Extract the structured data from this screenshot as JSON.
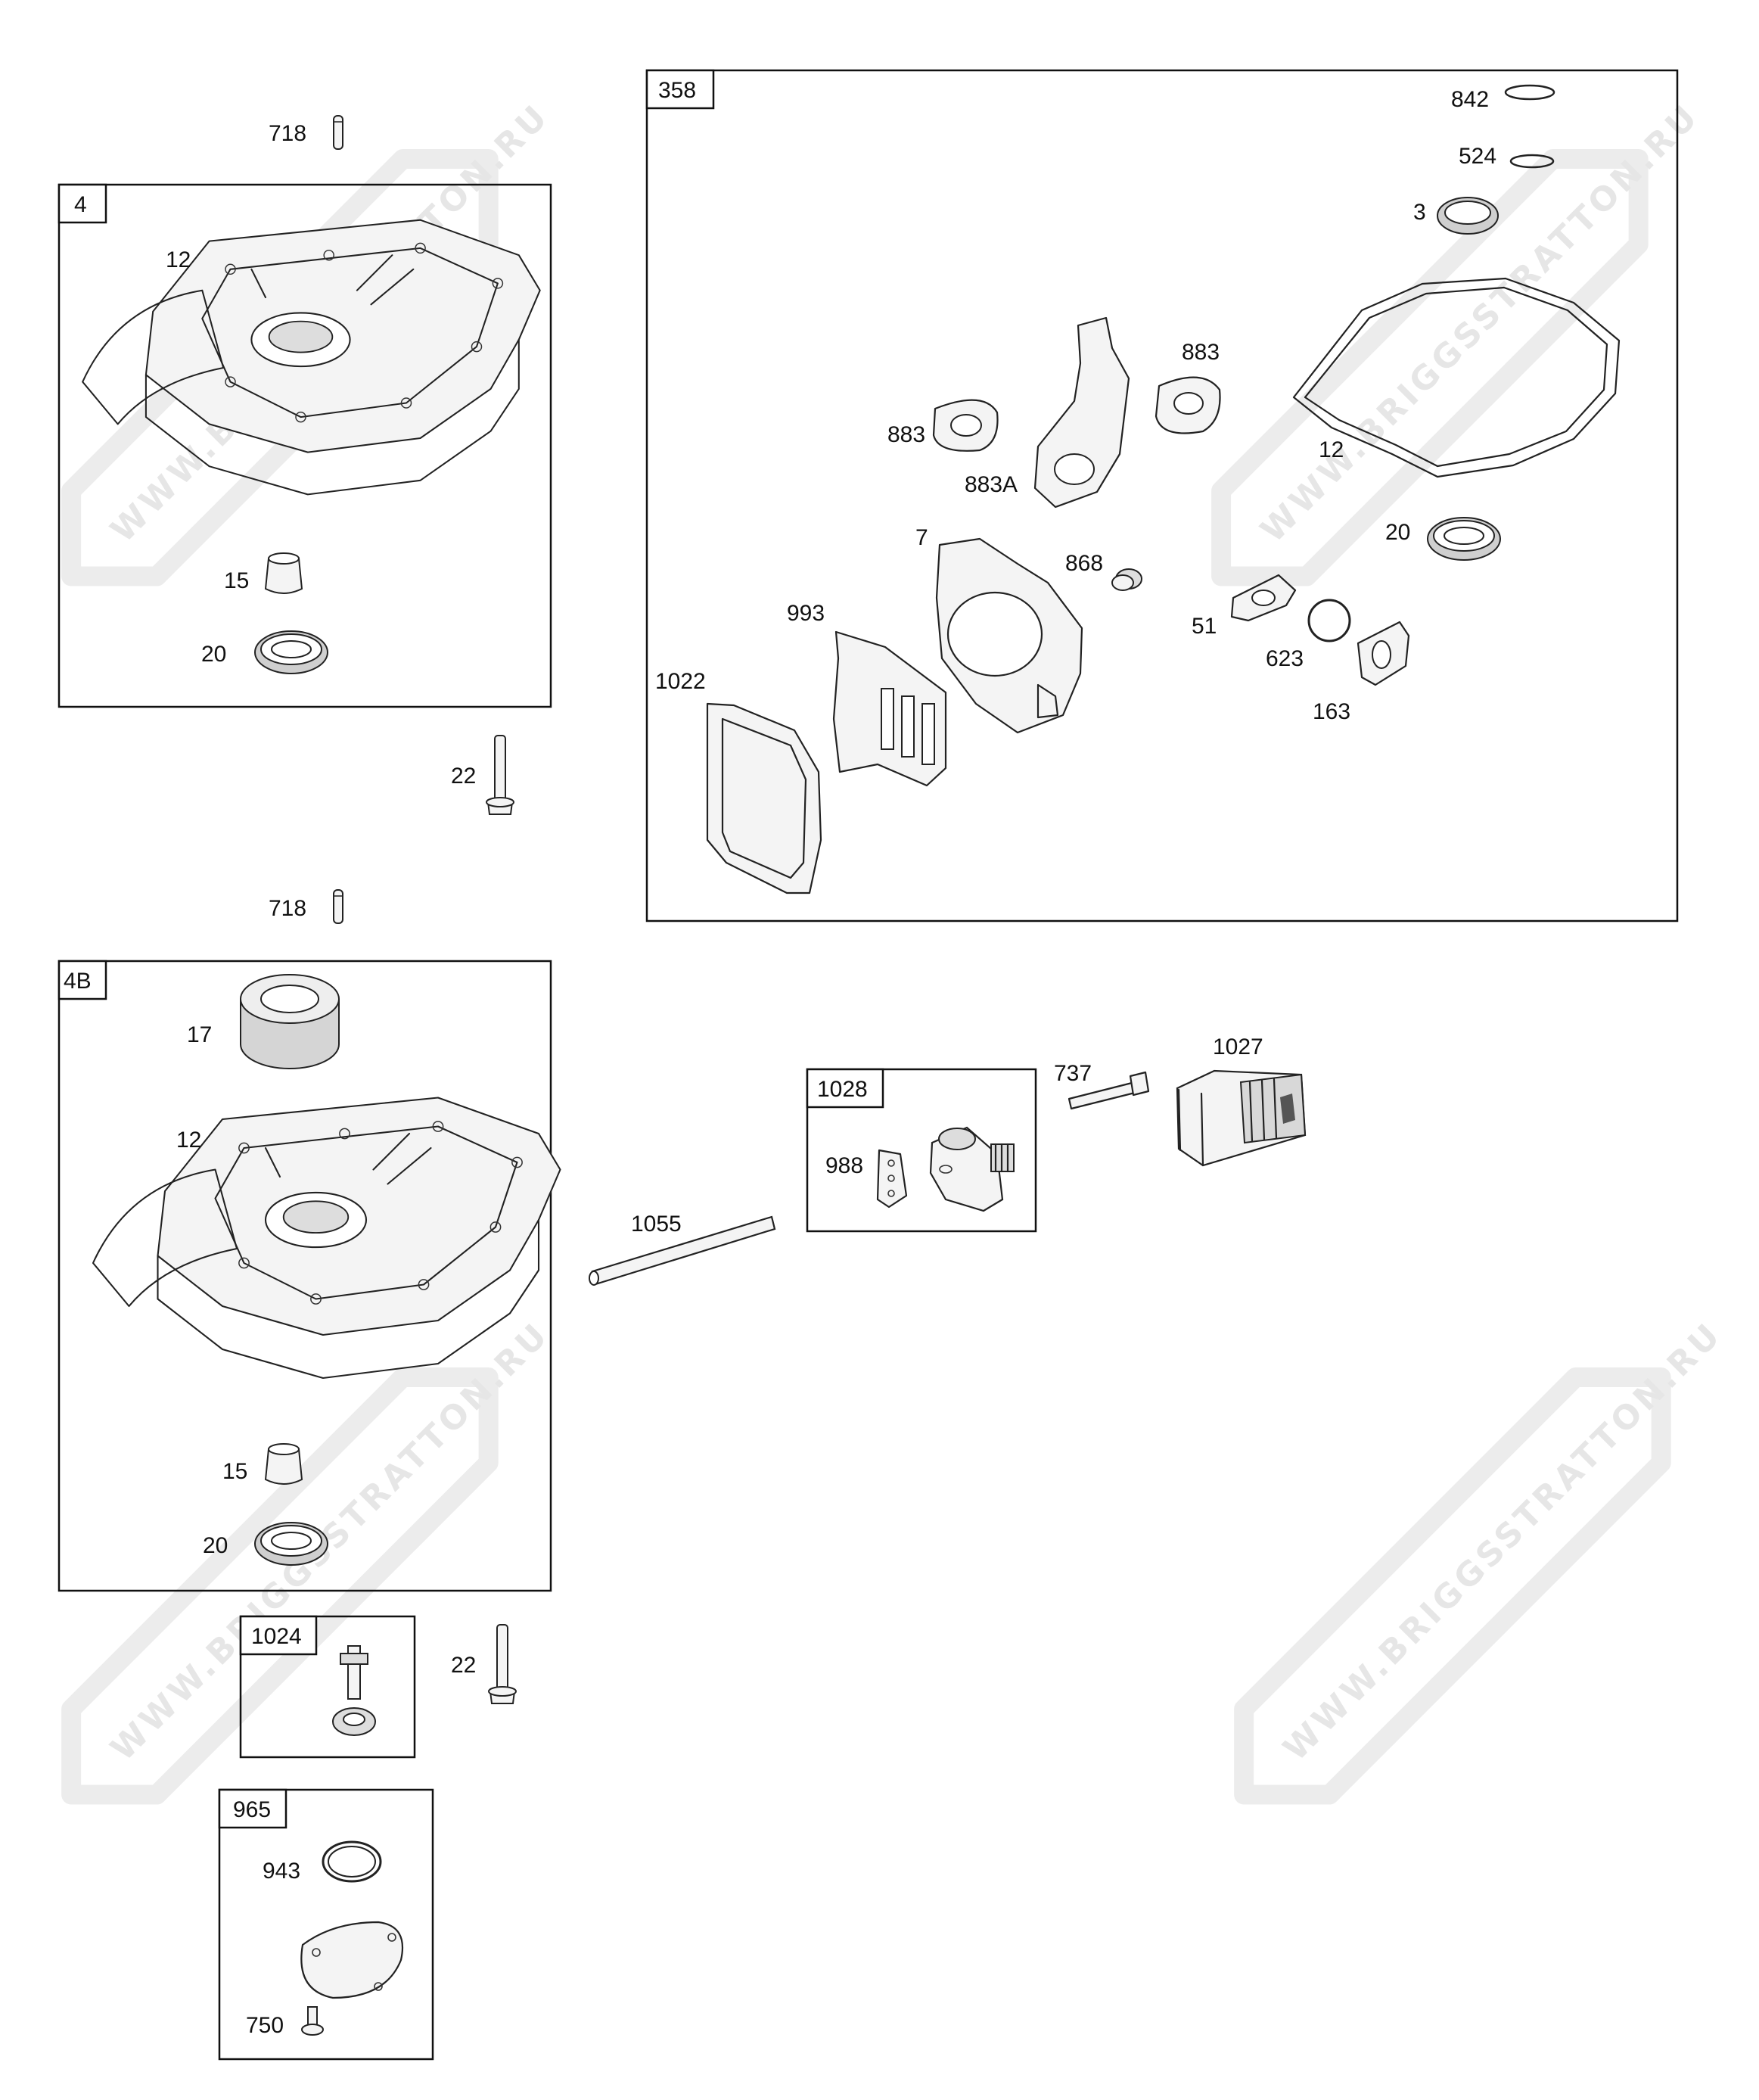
{
  "watermark": "WWW.BRIGGSSTRATTON.RU",
  "boxes": {
    "box_4": "4",
    "box_4b": "4B",
    "box_358": "358",
    "box_1028": "1028",
    "box_1024": "1024",
    "box_965": "965"
  },
  "labels": {
    "l718a": "718",
    "l12a": "12",
    "l15a": "15",
    "l20a": "20",
    "l22a": "22",
    "l718b": "718",
    "l17": "17",
    "l12b": "12",
    "l15b": "15",
    "l20b": "20",
    "l22b": "22",
    "l943": "943",
    "l750": "750",
    "l842": "842",
    "l524": "524",
    "l3": "3",
    "l883a": "883",
    "l883b": "883",
    "l883A": "883A",
    "l12c": "12",
    "l20c": "20",
    "l7": "7",
    "l868": "868",
    "l993": "993",
    "l51": "51",
    "l623": "623",
    "l1022": "1022",
    "l163": "163",
    "l737": "737",
    "l1027": "1027",
    "l988": "988",
    "l1055": "1055"
  }
}
